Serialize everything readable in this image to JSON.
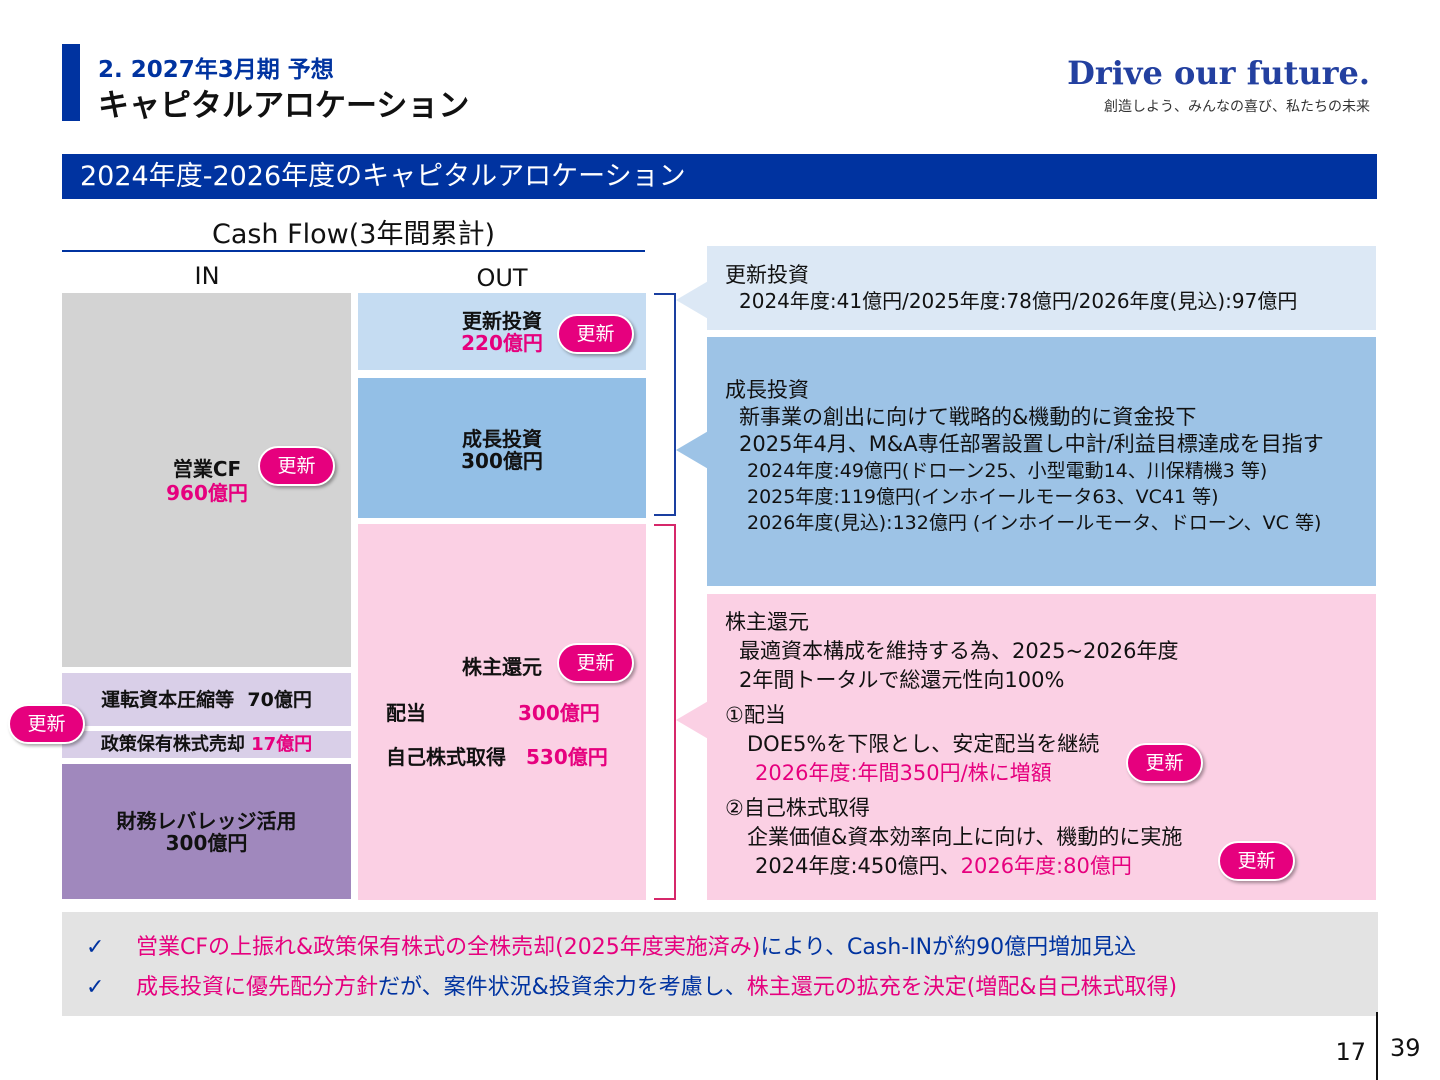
{
  "header": {
    "subtitle": "2. 2027年3月期 予想",
    "title": "キャピタルアロケーション",
    "brand": "Drive our future.",
    "brand_tagline": "創造しよう、みんなの喜び、私たちの未来"
  },
  "banner": "2024年度-2026年度のキャピタルアロケーション",
  "cashflow": {
    "title": "Cash Flow(3年間累計)",
    "in_label": "IN",
    "out_label": "OUT",
    "in_items": {
      "operating_cf": {
        "label": "営業CF",
        "value": "960億円"
      },
      "working_capital": {
        "label": "運転資本圧縮等",
        "value": "70億円"
      },
      "policy_stock": {
        "label": "政策保有株式売却",
        "value": "17億円"
      },
      "leverage": {
        "label": "財務レバレッジ活用",
        "value": "300億円"
      }
    },
    "out_items": {
      "renewal": {
        "label": "更新投資",
        "value": "220億円"
      },
      "growth": {
        "label": "成長投資",
        "value": "300億円"
      },
      "shareholder": {
        "label": "株主還元"
      },
      "dividend": {
        "label": "配当",
        "value": "300億円"
      },
      "buyback": {
        "label": "自己株式取得",
        "value": "530億円"
      }
    }
  },
  "badge_label": "更新",
  "callouts": {
    "renewal": {
      "title": "更新投資",
      "line1": "2024年度:41億円/2025年度:78億円/2026年度(見込):97億円"
    },
    "growth": {
      "title": "成長投資",
      "line1": "新事業の創出に向けて戦略的&機動的に資金投下",
      "line2": "2025年4月、M&A専任部署設置し中計/利益目標達成を目指す",
      "line3": "2024年度:49億円(ドローン25、小型電動14、川保精機3 等)",
      "line4": "2025年度:119億円(インホイールモータ63、VC41 等)",
      "line5": "2026年度(見込):132億円 (インホイールモータ、ドローン、VC 等)"
    },
    "shareholder": {
      "title": "株主還元",
      "line1": "最適資本構成を維持する為、2025~2026年度",
      "line2": "2年間トータルで総還元性向100%",
      "div_title": "①配当",
      "div_line1": "DOE5%を下限とし、安定配当を継続",
      "div_line2": "2026年度:年間350円/株に増額",
      "buy_title": "②自己株式取得",
      "buy_line1": "企業価値&資本効率向上に向け、機動的に実施",
      "buy_line2a": "2024年度:450億円、",
      "buy_line2b": "2026年度:80億円"
    }
  },
  "summary": {
    "check": "✓",
    "b1_pink": "営業CFの上振れ&政策保有株式の全株売却(2025年度実施済み)",
    "b1_blue": "により、Cash-INが約90億円増加見込",
    "b2_pink1": "成長投資に優先配分方針",
    "b2_blue1": "だが、案件状況&投資余力を考慮し、",
    "b2_pink2": "株主還元の拡充を決定(増配&自己株式取得)"
  },
  "page": {
    "current": "17",
    "total": "39"
  },
  "colors": {
    "navy": "#0033a0",
    "accent_pink": "#e6007e",
    "in_gray": "#d3d3d3",
    "in_lavender": "#d9cfe8",
    "in_purple": "#a088bd",
    "renewal_bg": "#c5dcf2",
    "growth_bg": "#93bfe6",
    "shareholder_bg": "#fbd0e4"
  }
}
